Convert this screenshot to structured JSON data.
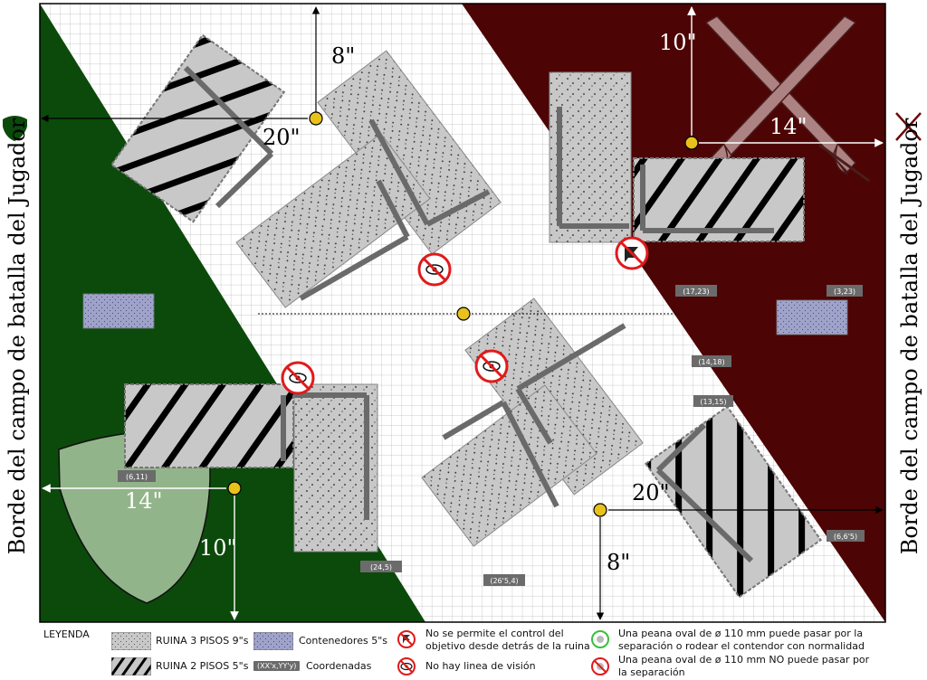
{
  "side_labels": {
    "left": "Borde del campo de batalla del Jugador",
    "right": "Borde del campo de batalla del Jugador"
  },
  "measurements": {
    "top_left_vertical": "8\"",
    "top_left_horizontal": "20\"",
    "top_right_vertical": "10\"",
    "top_right_horizontal": "14\"",
    "bottom_left_horizontal": "14\"",
    "bottom_left_vertical": "10\"",
    "bottom_right_horizontal": "20\"",
    "bottom_right_vertical": "8\""
  },
  "coordinates": [
    "(17,23)",
    "(3,23)",
    "(14,18)",
    "(13,15)",
    "(6,11)",
    "(24,5)",
    "(26'5,4)",
    "(6,6'5)"
  ],
  "legend": {
    "title": "LEYENDA",
    "ruin3": "RUINA 3 PISOS 9\"s",
    "ruin2": "RUINA 2 PISOS 5\"s",
    "containers": "Contenedores 5\"s",
    "coords_chip": "(XX'x,YY'y)",
    "coords_label": "Coordenadas",
    "no_control_1": "No se permite el control del",
    "no_control_2": "objetivo desde detrás de la ruina",
    "no_los": "No hay linea de visión",
    "base_ok_1": "Una peana oval de ø 110 mm puede pasar por la",
    "base_ok_2": "separación o rodear el contendor con normalidad",
    "base_no_1": "Una peana oval de ø 110 mm NO puede pasar por",
    "base_no_2": "la separación"
  },
  "colors": {
    "green_zone": "#0b4a0b",
    "red_zone": "#4d0404",
    "ruin_fill": "#c8c8c8",
    "container_fill": "#9fa3c9",
    "objective": "#e8c21a",
    "no_los_ring": "#e01a1a"
  },
  "icons": {
    "left_deploy": "shield-icon",
    "right_deploy": "crossed-swords-icon",
    "objective": "skull-objective-icon"
  }
}
